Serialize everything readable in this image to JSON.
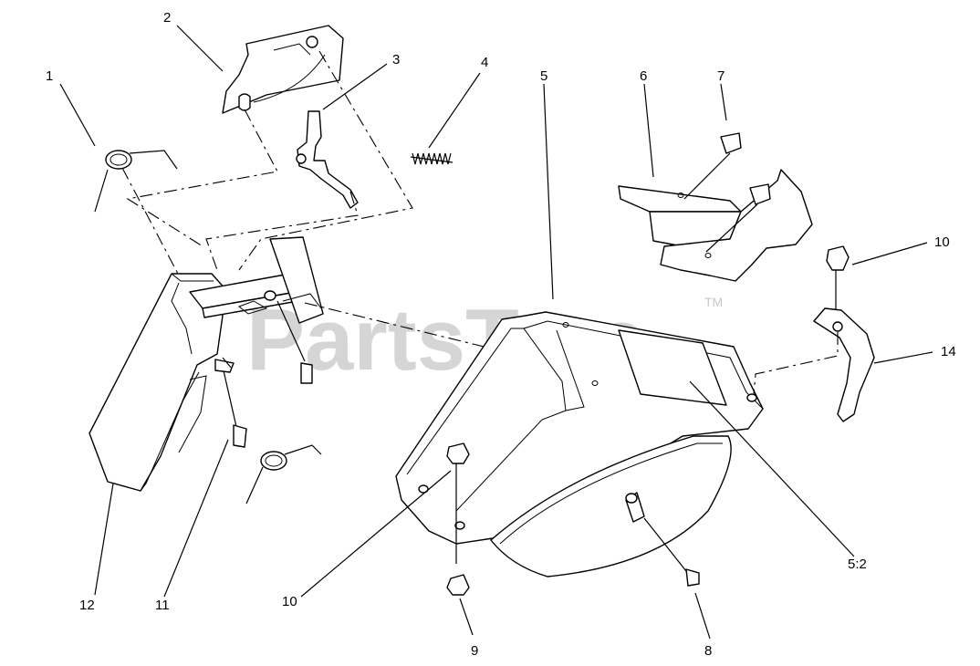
{
  "watermark": {
    "text": "PartsTree",
    "tm": "TM"
  },
  "callouts": [
    {
      "id": "1",
      "text": "1"
    },
    {
      "id": "2",
      "text": "2"
    },
    {
      "id": "3",
      "text": "3"
    },
    {
      "id": "4",
      "text": "4"
    },
    {
      "id": "5",
      "text": "5"
    },
    {
      "id": "6",
      "text": "6"
    },
    {
      "id": "7",
      "text": "7"
    },
    {
      "id": "10a",
      "text": "10"
    },
    {
      "id": "14",
      "text": "14"
    },
    {
      "id": "5-2",
      "text": "5:2"
    },
    {
      "id": "8",
      "text": "8"
    },
    {
      "id": "9",
      "text": "9"
    },
    {
      "id": "10b",
      "text": "10"
    },
    {
      "id": "11",
      "text": "11"
    },
    {
      "id": "12",
      "text": "12"
    }
  ]
}
